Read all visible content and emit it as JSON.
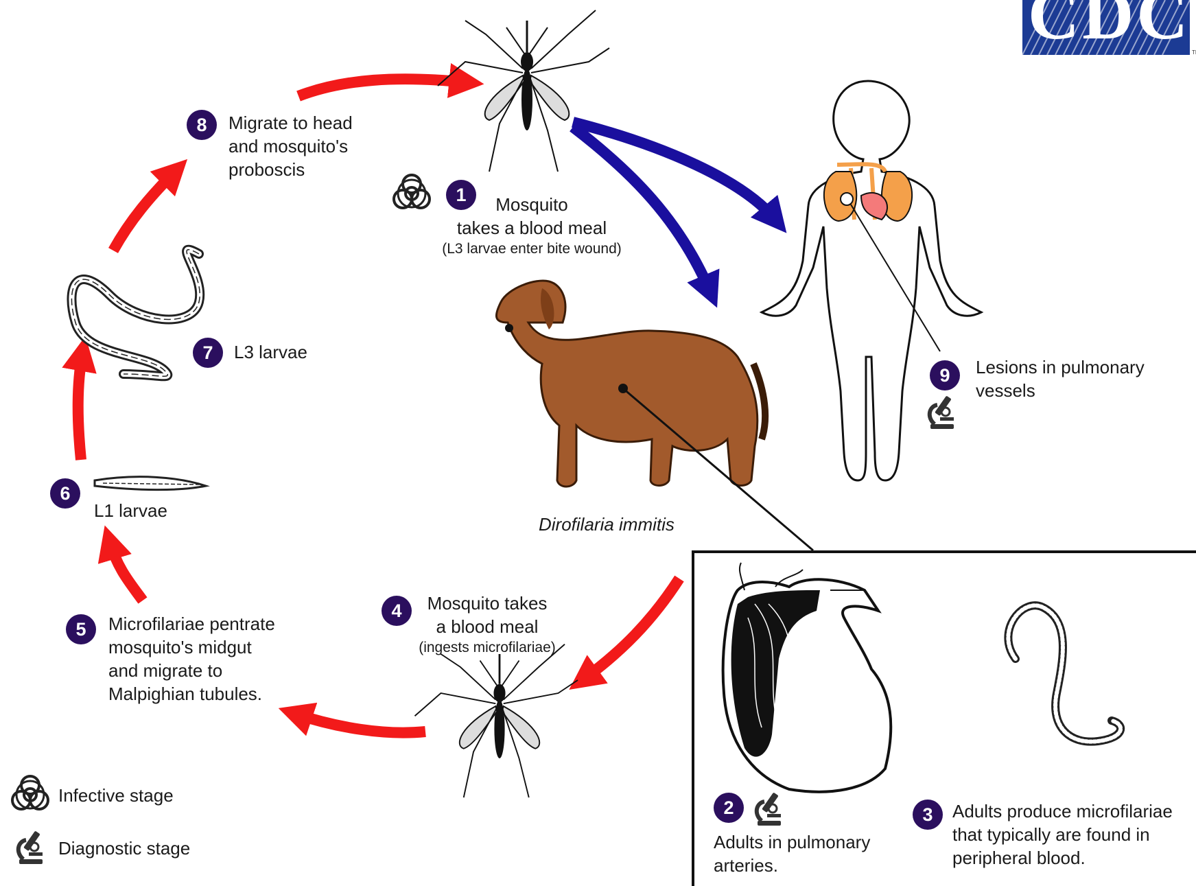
{
  "logo": {
    "text": "CDC",
    "tm": "TM",
    "color": "#1c3b94"
  },
  "colors": {
    "red_arrow": "#f21a1a",
    "blue_arrow": "#1a0f9e",
    "badge": "#2b0f5e",
    "dog": "#a25a2c",
    "lungs": "#f4a04a",
    "heart": "#f47a7a"
  },
  "stages": [
    {
      "number": "1",
      "text": "Mosquito\ntakes a blood meal",
      "subtext": "(L3 larvae enter bite wound)",
      "icon": "biohazard-icon"
    },
    {
      "number": "2",
      "text": "Adults in pulmonary\narteries.",
      "icon": "microscope-icon"
    },
    {
      "number": "3",
      "text": "Adults produce microfilariae\nthat typically are found in\nperipheral blood."
    },
    {
      "number": "4",
      "text": "Mosquito takes\na blood meal",
      "subtext": "(ingests microfilariae)"
    },
    {
      "number": "5",
      "text": "Microfilariae pentrate\nmosquito's midgut\nand migrate to\nMalpighian tubules."
    },
    {
      "number": "6",
      "text": "L1 larvae"
    },
    {
      "number": "7",
      "text": "L3 larvae"
    },
    {
      "number": "8",
      "text": "Migrate to head\nand mosquito's\nproboscis"
    },
    {
      "number": "9",
      "text": "Lesions in pulmonary\nvessels",
      "icon": "microscope-icon"
    }
  ],
  "species_label": "Dirofilaria immitis",
  "legend": [
    {
      "icon": "biohazard-icon",
      "label": "Infective stage"
    },
    {
      "icon": "microscope-icon",
      "label": "Diagnostic stage"
    }
  ]
}
